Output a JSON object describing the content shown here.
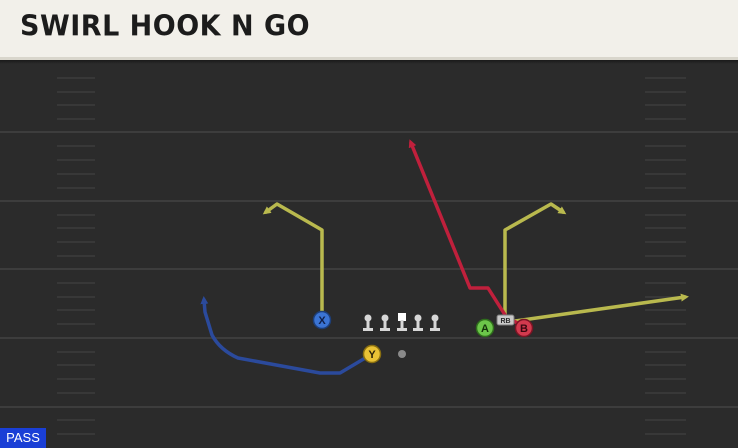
{
  "play": {
    "title": "SWIRL HOOK N GO",
    "type_badge": "PASS"
  },
  "players": {
    "x": "X",
    "y": "Y",
    "a": "A",
    "b": "B",
    "rb": "RB"
  },
  "colors": {
    "field": "#2b2b2b",
    "yard_line": "#3d3d3d",
    "route_yellow": "#b9b94e",
    "route_red": "#c0203c",
    "route_blue": "#2b4a9c",
    "player_x": "#3b74d4",
    "player_y": "#e9c235",
    "player_a": "#6cc64a",
    "player_b": "#d23a4e",
    "badge": "#1a3fd6"
  }
}
